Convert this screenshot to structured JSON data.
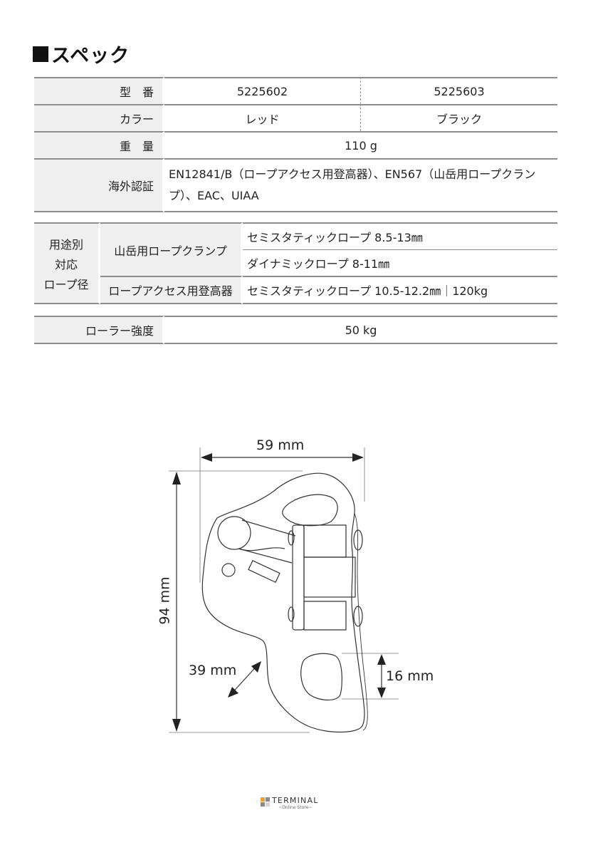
{
  "page": {
    "title": "スペック",
    "title_icon": "black-square"
  },
  "spec_table": {
    "model": {
      "label": "型　番",
      "values": [
        "5225602",
        "5225603"
      ]
    },
    "color": {
      "label": "カラー",
      "values": [
        "レッド",
        "ブラック"
      ]
    },
    "weight": {
      "label": "重　量",
      "value": "110 g"
    },
    "certification": {
      "label": "海外認証",
      "value": "EN12841/B（ロープアクセス用登高器）、EN567（山岳用ロープクランプ）、EAC、UIAA"
    }
  },
  "rope_table": {
    "label": "用途別\n対応\nロープ径",
    "label_lines": [
      "用途別",
      "対応",
      "ロープ径"
    ],
    "rows": [
      {
        "use": "山岳用ロープクランプ",
        "ropes": [
          "セミスタティックロープ 8.5-13㎜",
          "ダイナミックロープ 8-11㎜"
        ]
      },
      {
        "use": "ロープアクセス用登高器",
        "ropes": [
          "セミスタティックロープ 10.5-12.2㎜｜120kg"
        ]
      }
    ]
  },
  "roller_table": {
    "label": "ローラー強度",
    "value": "50 kg"
  },
  "diagram": {
    "width_label": "59 mm",
    "height_label": "94 mm",
    "rope_label": "39 mm",
    "hole_label": "16 mm"
  },
  "footer": {
    "brand": "TERMINAL",
    "subtitle": "~Online Store~",
    "logo_colors": [
      "#f0a030",
      "#8a8a8a",
      "#8a8a8a",
      "#d0d0d0"
    ]
  }
}
